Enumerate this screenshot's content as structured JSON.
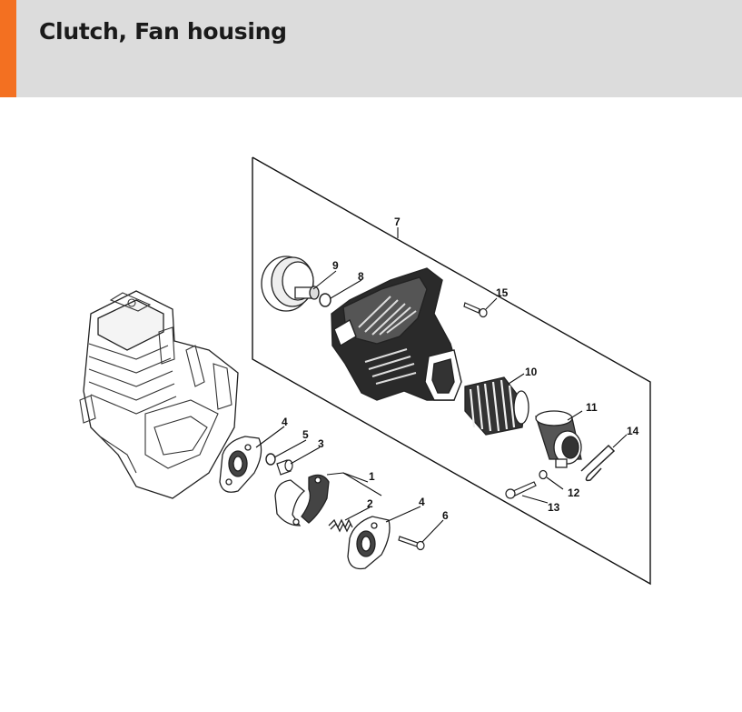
{
  "header": {
    "title": "Clutch, Fan housing"
  },
  "callouts": {
    "c1": "1",
    "c2": "2",
    "c3": "3",
    "c4a": "4",
    "c4b": "4",
    "c5": "5",
    "c6": "6",
    "c7": "7",
    "c8": "8",
    "c9": "9",
    "c10": "10",
    "c11": "11",
    "c12": "12",
    "c13": "13",
    "c14": "14",
    "c15": "15"
  },
  "colors": {
    "accent": "#f37021",
    "header_bg": "#dcdcdc",
    "line": "#111111"
  }
}
